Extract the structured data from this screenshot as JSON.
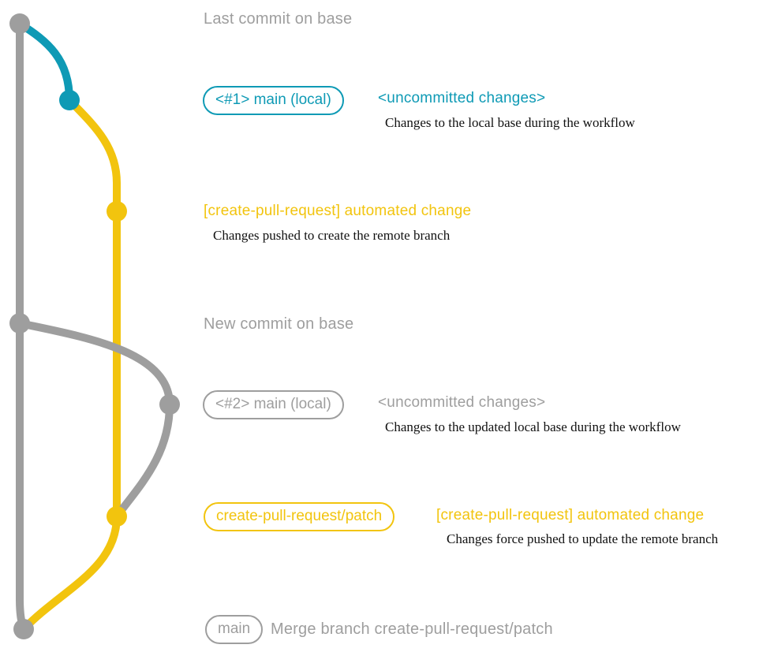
{
  "colors": {
    "gray": "#9e9e9e",
    "teal": "#0e9ab5",
    "yellow": "#f2c40e",
    "ink": "#111111"
  },
  "rows": {
    "last_commit": {
      "text": "Last commit on base"
    },
    "row1": {
      "badge": "<#1> main (local)",
      "note": "<uncommitted changes>",
      "desc": "Changes to the local base during the workflow"
    },
    "row2": {
      "label": "[create-pull-request] automated change",
      "desc": "Changes pushed to create the remote branch"
    },
    "new_commit": {
      "text": "New commit on base"
    },
    "row3": {
      "badge": "<#2> main (local)",
      "note": "<uncommitted changes>",
      "desc": "Changes to the updated local base during the workflow"
    },
    "row4": {
      "badge": "create-pull-request/patch",
      "label": "[create-pull-request] automated change",
      "desc": "Changes force pushed to update the remote branch"
    },
    "row5": {
      "badge": "main",
      "label": "Merge branch create-pull-request/patch"
    }
  }
}
